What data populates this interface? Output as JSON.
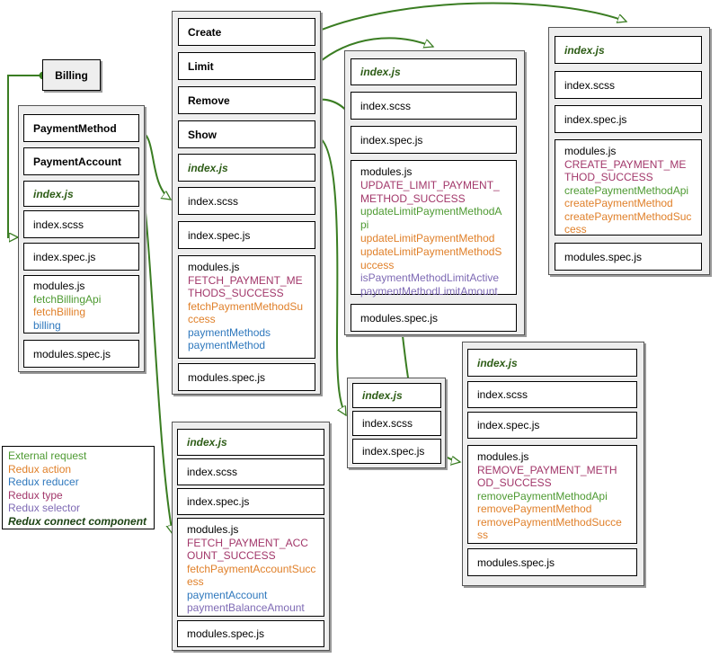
{
  "colors": {
    "arrow": "#3a7d22",
    "redux_type": "#a2376a",
    "external_request": "#4e9a32",
    "redux_action": "#e0802a",
    "redux_reducer": "#2f78bd",
    "redux_selector": "#7e6ab4",
    "redux_connect_component": "#1c4314"
  },
  "billing": "Billing",
  "legend": {
    "external_request": "External request",
    "redux_action": "Redux action",
    "redux_reducer": "Redux reducer",
    "redux_type": "Redux type",
    "redux_selector": "Redux selector",
    "redux_connect_component": "Redux connect component"
  },
  "billing_module": {
    "payment_method": "PaymentMethod",
    "payment_account": "PaymentAccount",
    "index_js": "index.js",
    "index_scss": "index.scss",
    "index_spec": "index.spec.js",
    "modules_title": "modules.js",
    "modules_lines": [
      "fetchBillingApi",
      "fetchBilling",
      "billing"
    ],
    "modules_spec": "modules.spec.js"
  },
  "payment_method_module": {
    "create": "Create",
    "limit": "Limit",
    "remove": "Remove",
    "show": "Show",
    "index_js": "index.js",
    "index_scss": "index.scss",
    "index_spec": "index.spec.js",
    "modules_title": "modules.js",
    "modules_lines": [
      "FETCH_PAYMENT_ME",
      "THODS_SUCCESS",
      "fetchPaymentMethodSu",
      "ccess",
      "paymentMethods",
      "paymentMethod"
    ],
    "modules_spec": "modules.spec.js"
  },
  "payment_account_module": {
    "index_js": "index.js",
    "index_scss": "index.scss",
    "index_spec": "index.spec.js",
    "modules_title": "modules.js",
    "modules_lines": [
      "FETCH_PAYMENT_ACC",
      "OUNT_SUCCESS",
      "fetchPaymentAccountSucc",
      "ess",
      "paymentAccount",
      "paymentBalanceAmount"
    ],
    "modules_spec": "modules.spec.js"
  },
  "limit_module": {
    "index_js": "index.js",
    "index_scss": "index.scss",
    "index_spec": "index.spec.js",
    "modules_title": "modules.js",
    "modules_lines": [
      "UPDATE_LIMIT_PAYMENT_",
      "METHOD_SUCCESS",
      "updateLimitPaymentMethodA",
      "pi",
      "updateLimitPaymentMethod",
      "updateLimitPaymentMethodS",
      "uccess",
      "isPaymentMethodLimitActive",
      "paymentMethodLimitAmount"
    ],
    "modules_spec": "modules.spec.js"
  },
  "create_module": {
    "index_js": "index.js",
    "index_scss": "index.scss",
    "index_spec": "index.spec.js",
    "modules_title": "modules.js",
    "modules_lines": [
      "CREATE_PAYMENT_ME",
      "THOD_SUCCESS",
      "createPaymentMethodApi",
      "createPaymentMethod",
      "createPaymentMethodSuc",
      "cess"
    ],
    "modules_spec": "modules.spec.js"
  },
  "show_module": {
    "index_js": "index.js",
    "index_scss": "index.scss",
    "index_spec": "index.spec.js"
  },
  "remove_module": {
    "index_js": "index.js",
    "index_scss": "index.scss",
    "index_spec": "index.spec.js",
    "modules_title": "modules.js",
    "modules_lines": [
      "REMOVE_PAYMENT_METH",
      "OD_SUCCESS",
      "removePaymentMethodApi",
      "removePaymentMethod",
      "removePaymentMethodSucce",
      "ss"
    ],
    "modules_spec": "modules.spec.js"
  }
}
